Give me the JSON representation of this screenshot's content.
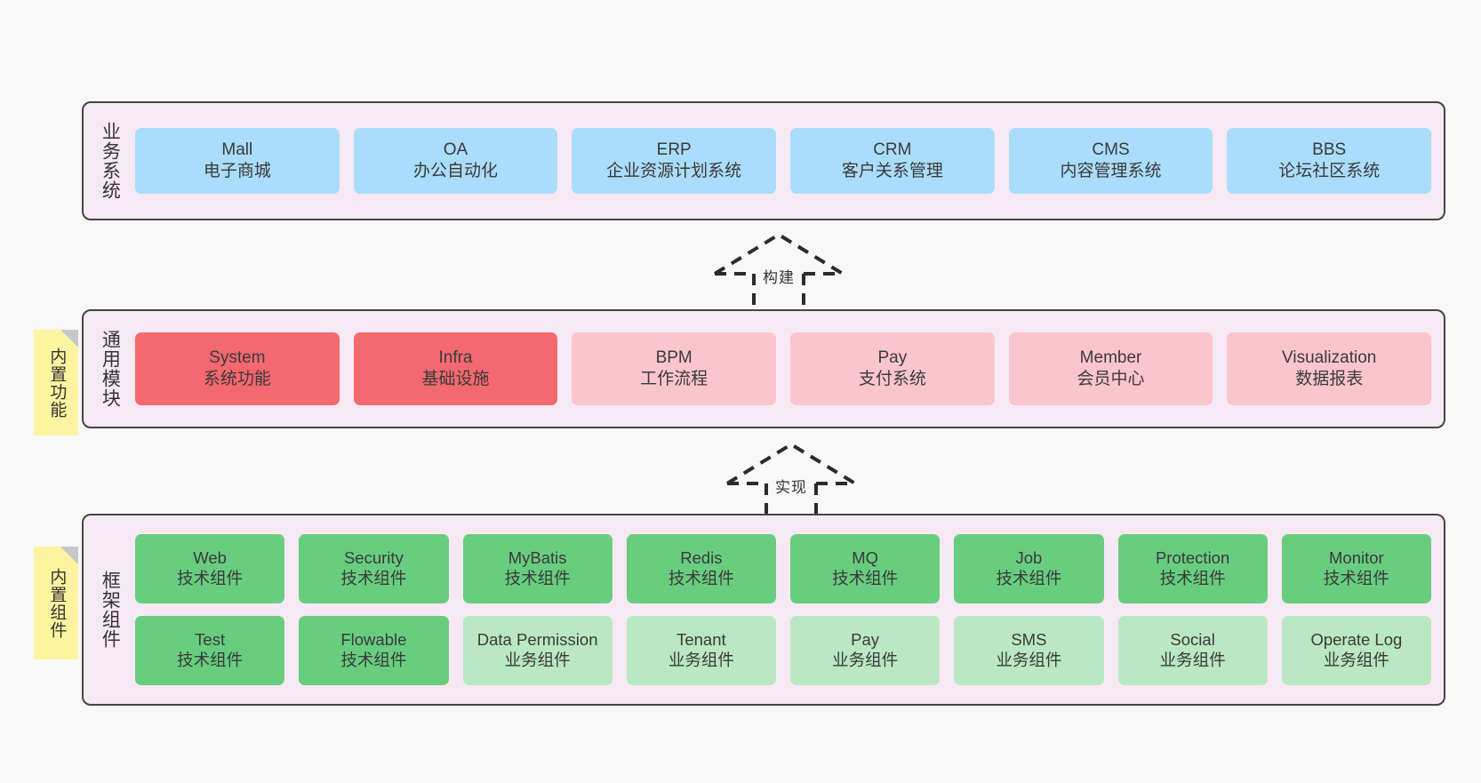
{
  "diagram": {
    "background_color": "#f8f8f8",
    "layer_fill": "#f7e9f3",
    "layer_border": "#4a4048",
    "note_color": "#fbf4a0",
    "colors": {
      "blue": "#aaddfb",
      "red_strong": "#f4696f",
      "red_light": "#fbc5cd",
      "green_strong": "#68cd7f",
      "green_light": "#b9e8c3"
    }
  },
  "notes": {
    "common": "内置功能",
    "framework": "内置组件"
  },
  "arrows": [
    {
      "id": "build",
      "label": "构建",
      "style": "dashed-hollow-up"
    },
    {
      "id": "impl",
      "label": "实现",
      "style": "dashed-hollow-up"
    }
  ],
  "layers": [
    {
      "id": "business",
      "title": "业务系统",
      "rows": [
        {
          "cards": [
            {
              "name": "Mall",
              "desc": "电子商城",
              "tone": "blue"
            },
            {
              "name": "OA",
              "desc": "办公自动化",
              "tone": "blue"
            },
            {
              "name": "ERP",
              "desc": "企业资源计划系统",
              "tone": "blue"
            },
            {
              "name": "CRM",
              "desc": "客户关系管理",
              "tone": "blue"
            },
            {
              "name": "CMS",
              "desc": "内容管理系统",
              "tone": "blue"
            },
            {
              "name": "BBS",
              "desc": "论坛社区系统",
              "tone": "blue"
            }
          ]
        }
      ]
    },
    {
      "id": "common",
      "title": "通用模块",
      "rows": [
        {
          "cards": [
            {
              "name": "System",
              "desc": "系统功能",
              "tone": "red-strong"
            },
            {
              "name": "Infra",
              "desc": "基础设施",
              "tone": "red-strong"
            },
            {
              "name": "BPM",
              "desc": "工作流程",
              "tone": "red-light"
            },
            {
              "name": "Pay",
              "desc": "支付系统",
              "tone": "red-light"
            },
            {
              "name": "Member",
              "desc": "会员中心",
              "tone": "red-light"
            },
            {
              "name": "Visualization",
              "desc": "数据报表",
              "tone": "red-light"
            }
          ]
        }
      ]
    },
    {
      "id": "framework",
      "title": "框架组件",
      "rows": [
        {
          "cards": [
            {
              "name": "Web",
              "desc": "技术组件",
              "tone": "green-strong"
            },
            {
              "name": "Security",
              "desc": "技术组件",
              "tone": "green-strong"
            },
            {
              "name": "MyBatis",
              "desc": "技术组件",
              "tone": "green-strong"
            },
            {
              "name": "Redis",
              "desc": "技术组件",
              "tone": "green-strong"
            },
            {
              "name": "MQ",
              "desc": "技术组件",
              "tone": "green-strong"
            },
            {
              "name": "Job",
              "desc": "技术组件",
              "tone": "green-strong"
            },
            {
              "name": "Protection",
              "desc": "技术组件",
              "tone": "green-strong"
            },
            {
              "name": "Monitor",
              "desc": "技术组件",
              "tone": "green-strong"
            }
          ]
        },
        {
          "cards": [
            {
              "name": "Test",
              "desc": "技术组件",
              "tone": "green-strong"
            },
            {
              "name": "Flowable",
              "desc": "技术组件",
              "tone": "green-strong"
            },
            {
              "name": "Data Permission",
              "desc": "业务组件",
              "tone": "green-light"
            },
            {
              "name": "Tenant",
              "desc": "业务组件",
              "tone": "green-light"
            },
            {
              "name": "Pay",
              "desc": "业务组件",
              "tone": "green-light"
            },
            {
              "name": "SMS",
              "desc": "业务组件",
              "tone": "green-light"
            },
            {
              "name": "Social",
              "desc": "业务组件",
              "tone": "green-light"
            },
            {
              "name": "Operate Log",
              "desc": "业务组件",
              "tone": "green-light"
            }
          ]
        }
      ]
    }
  ]
}
